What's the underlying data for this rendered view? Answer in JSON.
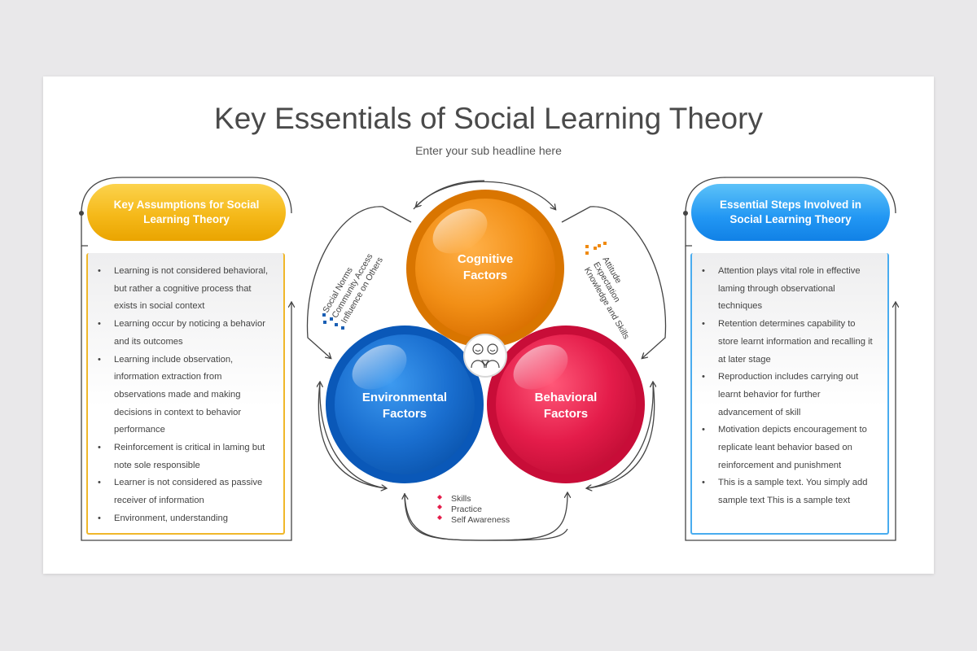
{
  "title": "Key Essentials of Social Learning Theory",
  "subtitle": "Enter your sub headline here",
  "left_box": {
    "heading": "Key Assumptions for Social Learning Theory",
    "items": [
      "Learning is not considered behavioral, but rather a cognitive process that exists in social context",
      "Learning occur by noticing a behavior and its outcomes",
      "Learning include observation, information extraction from observations made and making decisions in context to behavior performance",
      "Reinforcement is critical in laming but note sole responsible",
      "Learner is not considered as passive receiver of information",
      "Environment, understanding"
    ]
  },
  "right_box": {
    "heading": "Essential Steps Involved in Social Learning Theory",
    "items": [
      "Attention plays vital role in effective laming through observational techniques",
      "Retention determines capability to store learnt information and recalling it at later stage",
      "Reproduction includes carrying out learnt behavior for further advancement of skill",
      "Motivation depicts encouragement to replicate leant behavior based on reinforcement and punishment",
      "This is a sample text. You simply add sample text This is a sample text"
    ]
  },
  "circles": {
    "cognitive": {
      "line1": "Cognitive",
      "line2": "Factors",
      "color": "#f08a10"
    },
    "environmental": {
      "line1": "Environmental",
      "line2": "Factors",
      "color": "#1a6fd0"
    },
    "behavioral": {
      "line1": "Behavioral",
      "line2": "Factors",
      "color": "#e41c4a"
    }
  },
  "labels": {
    "left_arc": [
      "Social Norms",
      "Community Access",
      "Influence on Others"
    ],
    "right_arc": [
      "Attitude",
      "Expectation",
      "Knowledge and Skills"
    ],
    "bottom": [
      "Skills",
      "Practice",
      "Self Awareness"
    ]
  },
  "colors": {
    "accent_yellow": "#f5b91a",
    "accent_blue": "#2196f3",
    "icon_blue": "#1a5fb4",
    "icon_orange": "#f08a10",
    "icon_red": "#e41c4a"
  },
  "icons": {
    "center": "people-icon",
    "left_marker": "dots-cluster-icon",
    "right_marker": "dots-cluster-icon",
    "bottom_marker": "diamond-dots-icon"
  }
}
